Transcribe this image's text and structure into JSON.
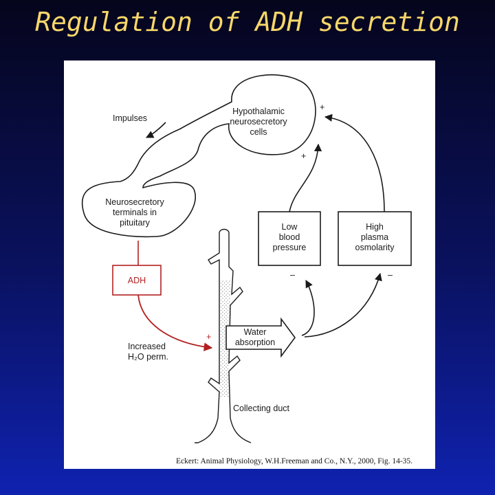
{
  "title": "Regulation of ADH secretion",
  "diagram": {
    "impulses": "Impulses",
    "hypothalamic": [
      "Hypothalamic",
      "neurosecretory",
      "cells"
    ],
    "terminals": [
      "Neurosecretory",
      "terminals in",
      "pituitary"
    ],
    "adh": "ADH",
    "increased": [
      "Increased",
      "H₂O perm."
    ],
    "low_bp": [
      "Low",
      "blood",
      "pressure"
    ],
    "high_osm": [
      "High",
      "plasma",
      "osmolarity"
    ],
    "water": [
      "Water",
      "absorption"
    ],
    "collecting_duct": "Collecting duct",
    "plus": "+",
    "minus": "–",
    "caption": "Eckert: Animal Physiology, W.H.Freeman and Co., N.Y., 2000, Fig. 14-35."
  },
  "colors": {
    "title": "#f7d76a",
    "adh_path": "#b22020",
    "line": "#1a1a1a"
  }
}
